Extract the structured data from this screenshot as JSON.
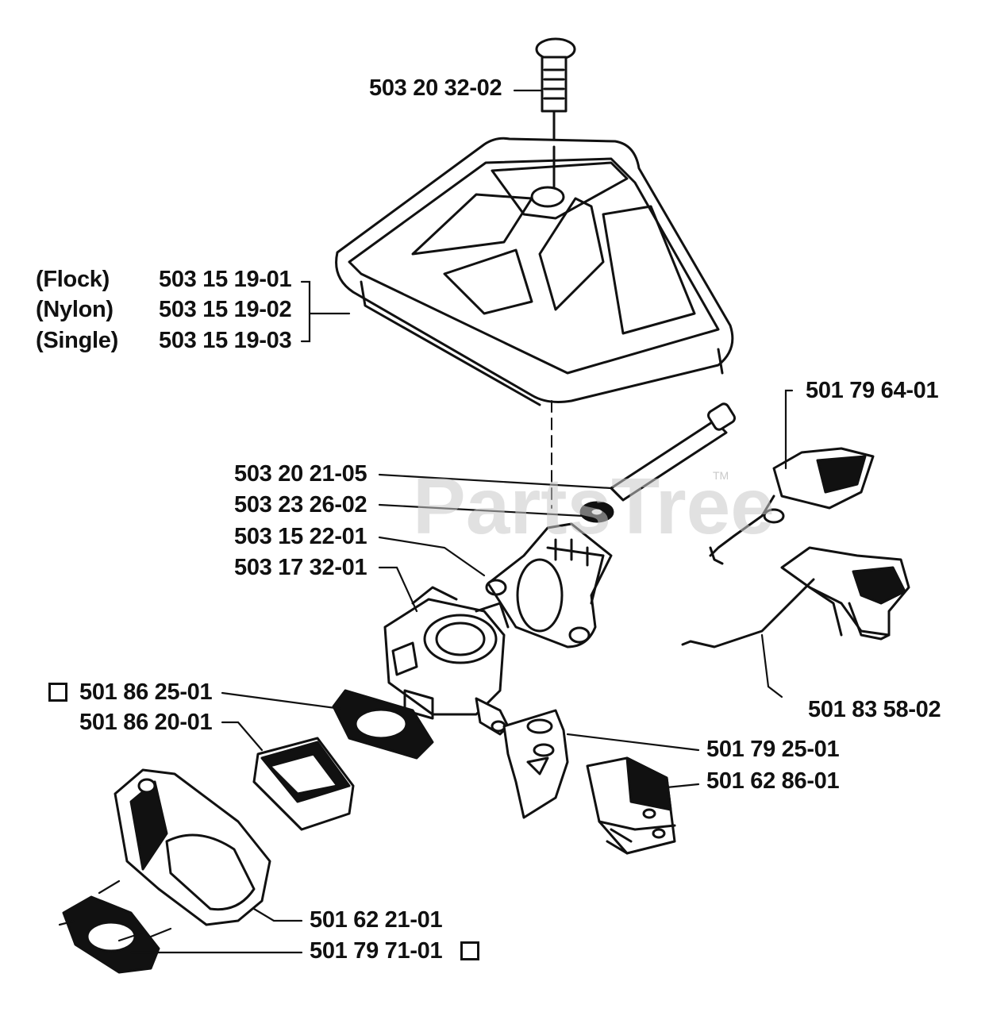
{
  "watermark": {
    "text": "PartsTree",
    "trademark": "TM"
  },
  "air_filter_group": {
    "variants": [
      {
        "variant": "(Flock)",
        "part": "503 15 19-01"
      },
      {
        "variant": "(Nylon)",
        "part": "503 15 19-02"
      },
      {
        "variant": "(Single)",
        "part": "503 15 19-03"
      }
    ]
  },
  "parts": {
    "screw": "503 20 32-02",
    "bolt": "503 20 21-05",
    "washer": "503 23 26-02",
    "intake": "503 15 22-01",
    "carburetor": "503 17 32-01",
    "gasket_boxed": "501 86 25-01",
    "filter_element": "501 86 20-01",
    "base_plate": "501 62 21-01",
    "small_gasket_boxed": "501 79 71-01",
    "throttle_bracket": "501 79 64-01",
    "choke_linkage": "501 83 58-02",
    "heat_shield": "501 79 25-01",
    "insulator_block": "501 62 86-01"
  }
}
